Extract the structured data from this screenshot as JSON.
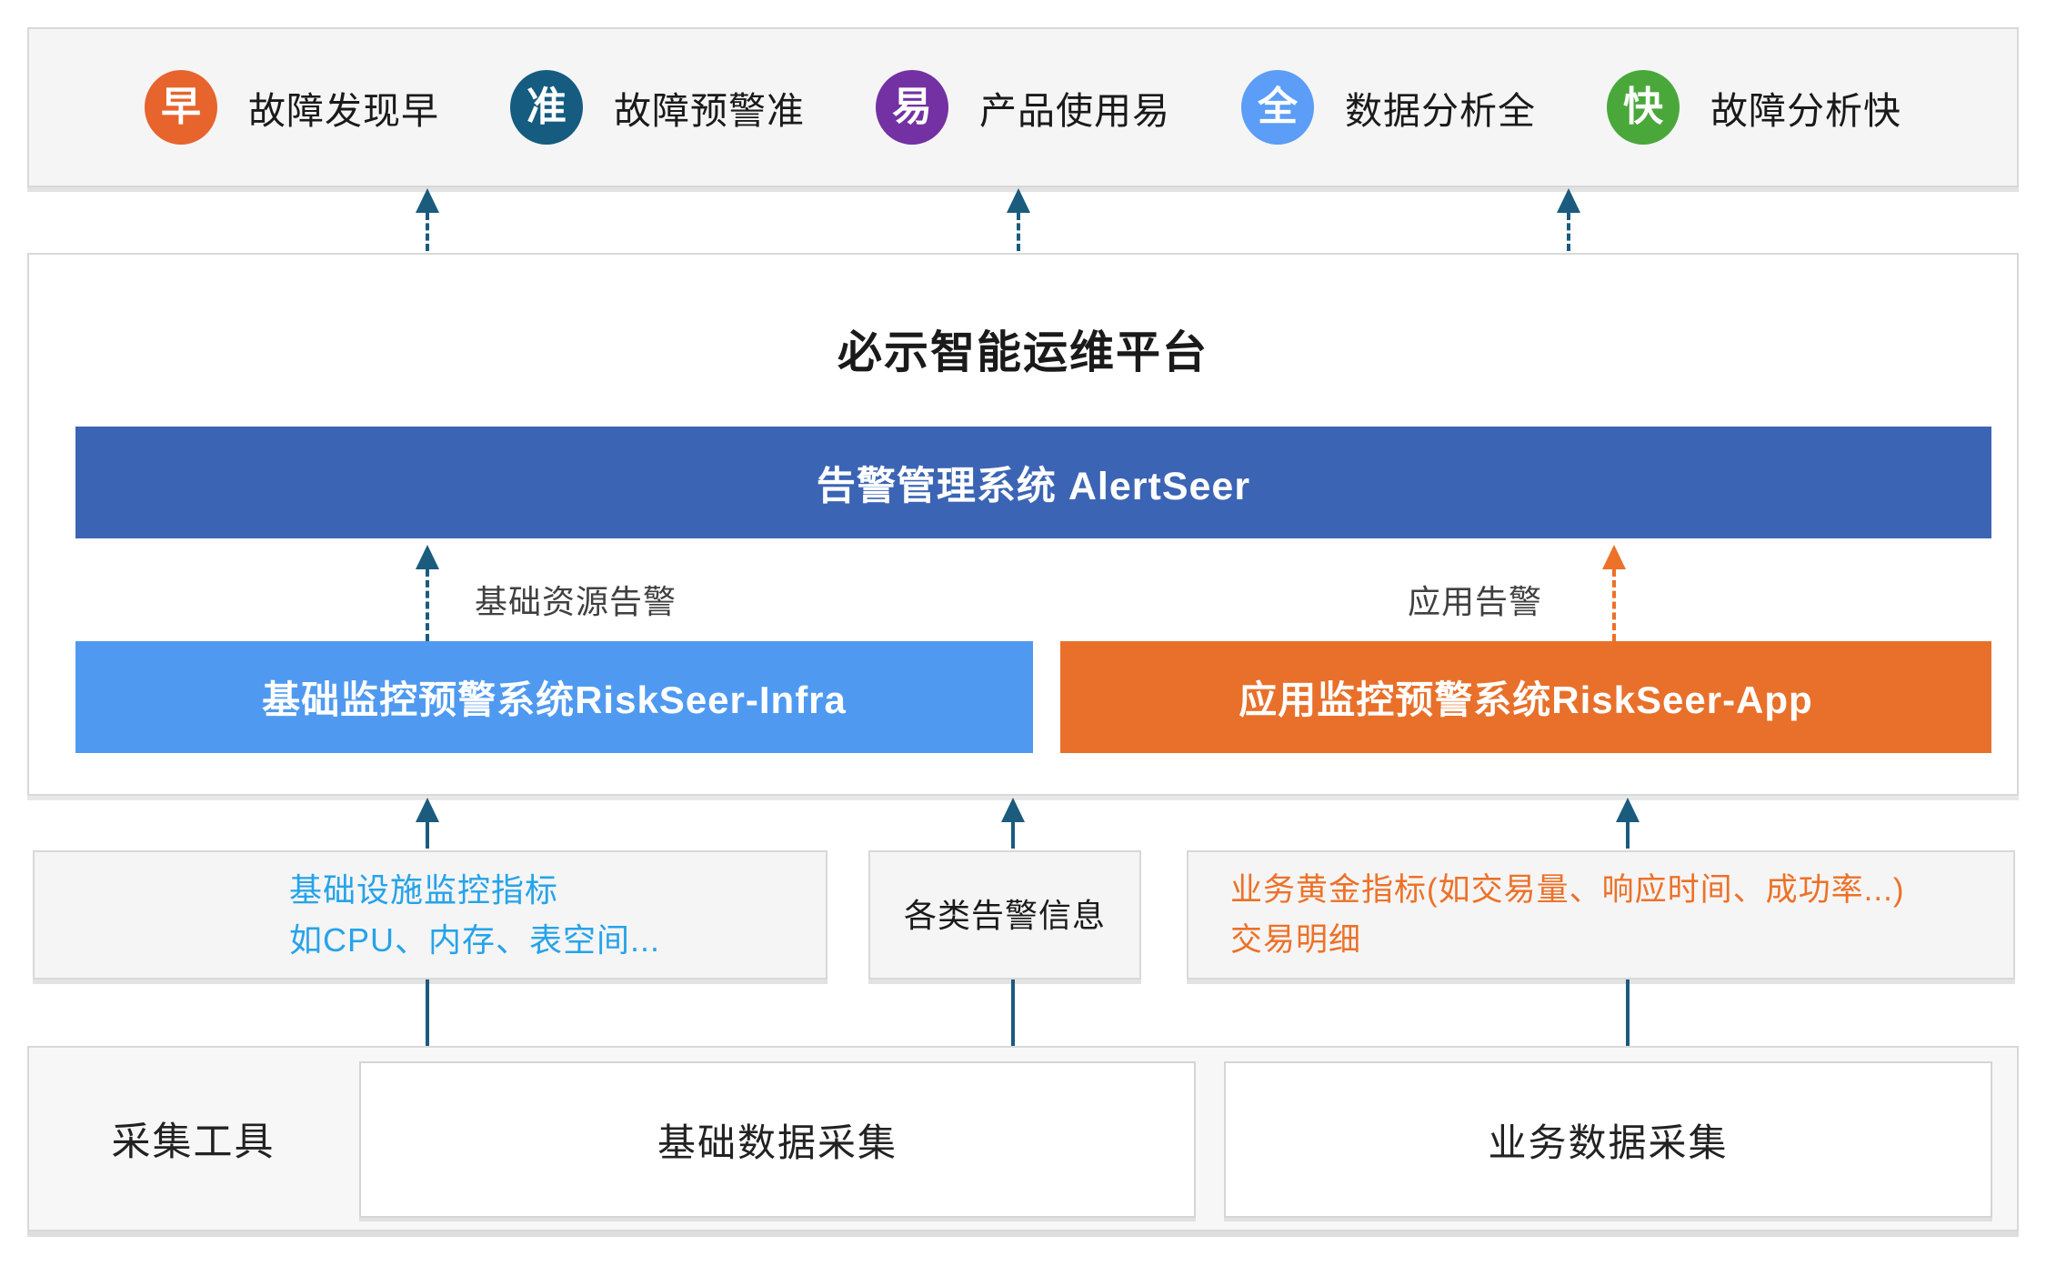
{
  "features": [
    {
      "badge": "早",
      "label": "故障发现早",
      "color": "#E7642D"
    },
    {
      "badge": "准",
      "label": "故障预警准",
      "color": "#155C80"
    },
    {
      "badge": "易",
      "label": "产品使用易",
      "color": "#7331A3"
    },
    {
      "badge": "全",
      "label": "数据分析全",
      "color": "#5B9DF7"
    },
    {
      "badge": "快",
      "label": "故障分析快",
      "color": "#4AA83B"
    }
  ],
  "platform": {
    "title": "必示智能运维平台",
    "alert_system": "告警管理系统 AlertSeer",
    "infra_system": "基础监控预警系统RiskSeer-Infra",
    "app_system": "应用监控预警系统RiskSeer-App",
    "infra_alert_label": "基础资源告警",
    "app_alert_label": "应用告警"
  },
  "data_sources": [
    {
      "lines": [
        "基础设施监控指标",
        "如CPU、内存、表空间..."
      ],
      "text_color": "#26A3E9"
    },
    {
      "lines": [
        "各类告警信息"
      ],
      "text_color": "#1A1A1A"
    },
    {
      "lines": [
        "业务黄金指标(如交易量、响应时间、成功率...)",
        "交易明细"
      ],
      "text_color": "#ED7128"
    }
  ],
  "collection": {
    "label": "采集工具",
    "basic_box": "基础数据采集",
    "business_box": "业务数据采集"
  },
  "colors": {
    "alert_bar": "#3C64B5",
    "infra_bar": "#4F9AF0",
    "app_bar": "#E8702B",
    "teal_arrow": "#1A5B7E",
    "orange_arrow": "#ED7128",
    "panel_background": "#F5F5F5",
    "panel_border": "#D8D8D8"
  }
}
